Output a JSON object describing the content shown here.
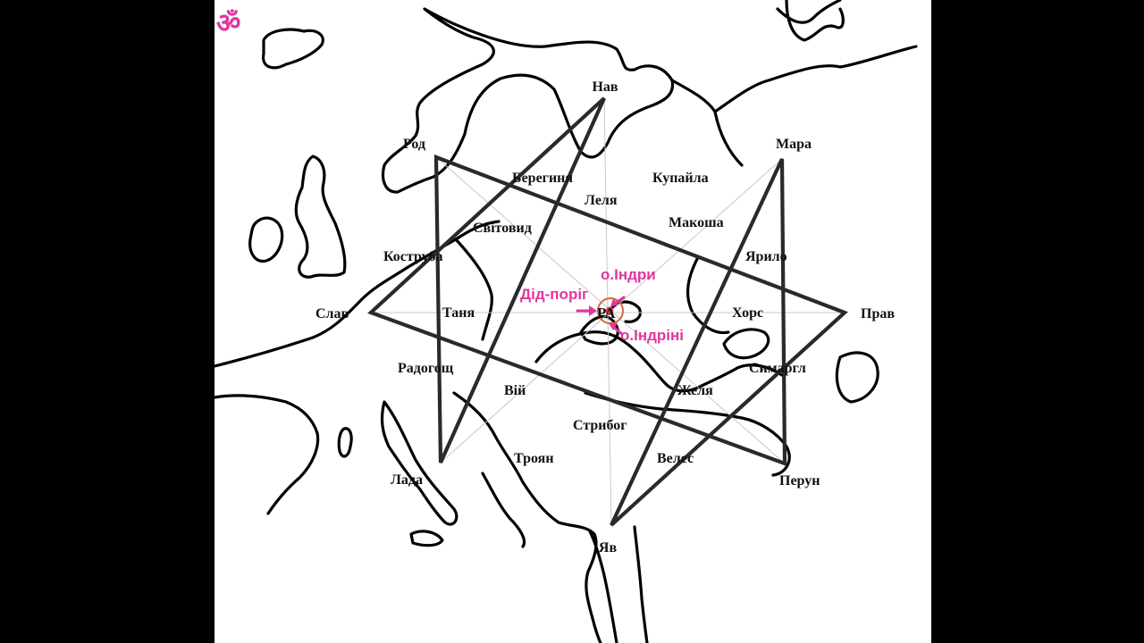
{
  "symbol": {
    "om": "ॐ",
    "color": "#e0369c"
  },
  "center": {
    "text": "РА"
  },
  "points": {
    "nav": "Нав",
    "yav": "Яв",
    "slav": "Слав",
    "prav": "Прав",
    "rod": "Род",
    "mara": "Мара",
    "lada": "Лада",
    "perun": "Перун"
  },
  "names": {
    "berehynia": "Берегиня",
    "kupaila": "Купайла",
    "lelia": "Леля",
    "svitovyd": "Світовид",
    "makosha": "Макоша",
    "kostruba": "Коструба",
    "yarylo": "Ярило",
    "tania": "Таня",
    "khors": "Хорс",
    "radohoshch": "Радогощ",
    "symarhl": "Симаргл",
    "vii": "Вій",
    "zhelia": "Желя",
    "stryboh": "Стрибог",
    "troian": "Троян",
    "veles": "Велес"
  },
  "annotations": {
    "indra": "о.Індри",
    "porih": "Дід-поріг",
    "indrini": "о.Індріні",
    "color": "#e0369c"
  }
}
